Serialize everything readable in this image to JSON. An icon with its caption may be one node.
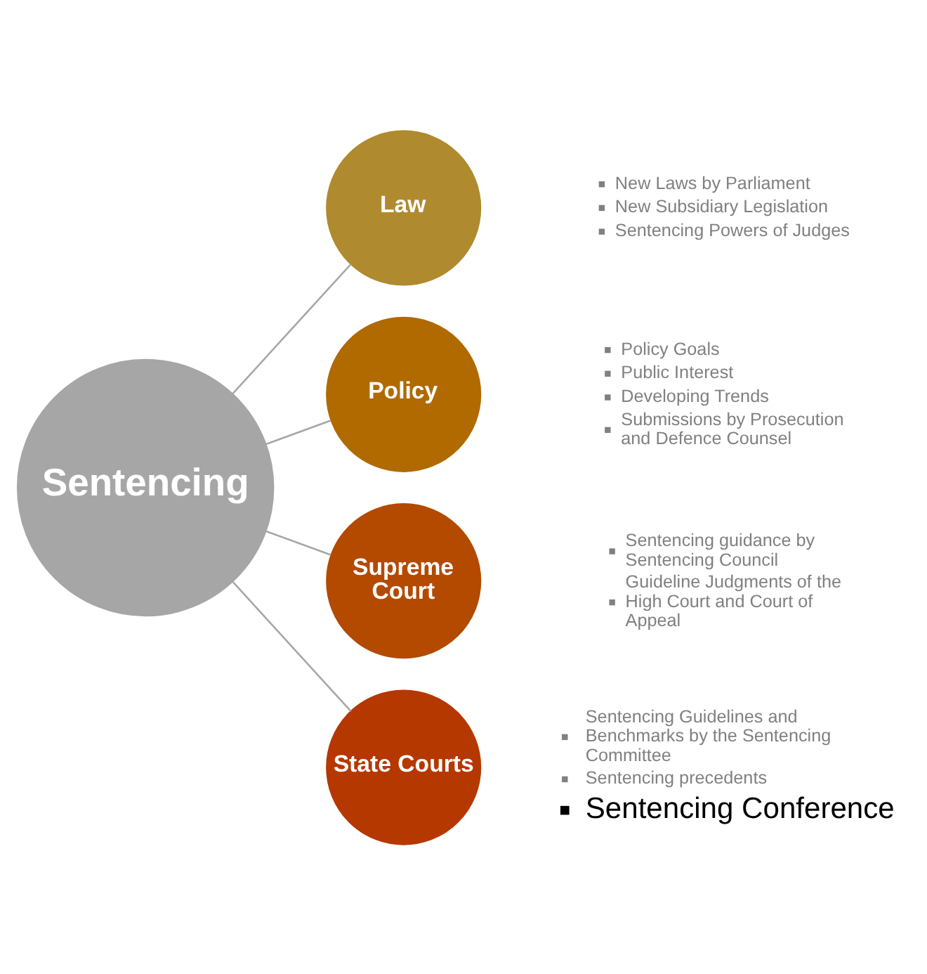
{
  "diagram": {
    "nodes": [
      {
        "text": [
          "Sentencing"
        ]
      },
      {
        "text": [
          "Law"
        ],
        "beside": [
          "New Laws by Parliament",
          "New Subsidiary Legislation",
          "Sentencing Powers of Judges"
        ]
      },
      {
        "text": [
          "Policy"
        ],
        "beside": [
          "Policy Goals",
          "Public Interest",
          "Developing Trends",
          "Submissions by Prosecution and Defence Counsel"
        ]
      },
      {
        "text": [
          "Supreme Court"
        ],
        "beside": [
          "Sentencing guidance by Sentencing Council",
          "Guideline Judgments of the High Court and Court of Appeal"
        ]
      },
      {
        "text": [
          "State Courts"
        ],
        "beside": [
          "Sentencing Guidelines and Benchmarks by the Sentencing Committee",
          "Sentencing precedents",
          "Sentencing Conference"
        ]
      }
    ],
    "edges": [
      {
        "from": 0,
        "to": 1,
        "arrow": "none"
      },
      {
        "from": 0,
        "to": 2,
        "arrow": "none"
      },
      {
        "from": 0,
        "to": 3,
        "arrow": "none"
      },
      {
        "from": 0,
        "to": 4,
        "arrow": "none"
      }
    ]
  }
}
